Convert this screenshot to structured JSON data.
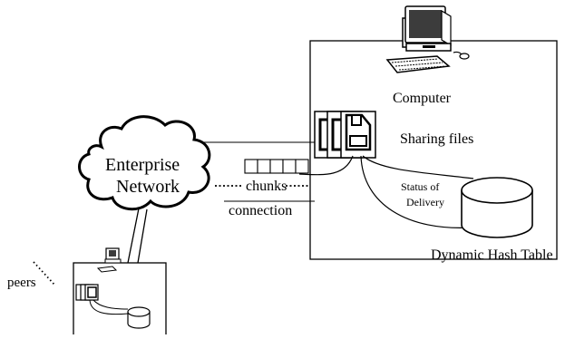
{
  "labels": {
    "computer": "Computer",
    "sharing_files": "Sharing files",
    "enterprise": "Enterprise",
    "network": "Network",
    "chunks": "chunks",
    "connection": "connection",
    "status_of": "Status of",
    "delivery": "Delivery",
    "dht": "Dynamic Hash Table",
    "peers": "peers"
  },
  "colors": {
    "stroke": "#000000",
    "background": "#ffffff",
    "monitor_screen": "#3c3c3c"
  }
}
